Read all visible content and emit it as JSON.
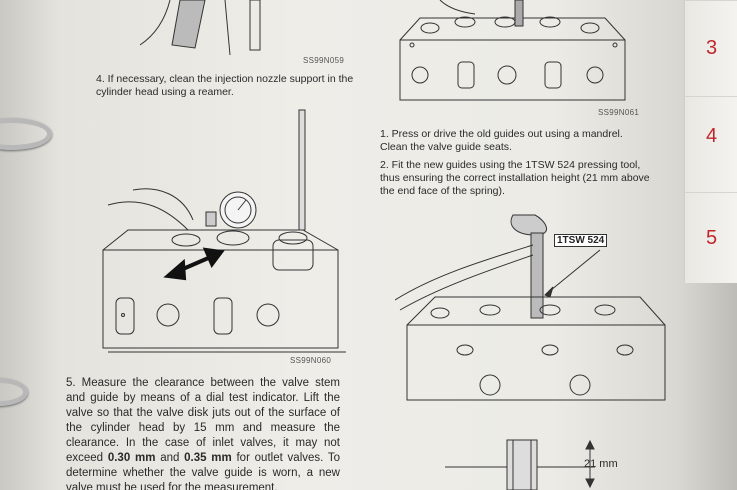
{
  "top_left": {
    "figure_code": "SS99N059",
    "step4": "4. If necessary, clean the injection nozzle support in the cylinder head using a reamer."
  },
  "top_right": {
    "figure_code": "SS99N061"
  },
  "right_steps": {
    "step1": "1. Press or drive the old guides out using a mandrel. Clean the valve guide seats.",
    "step2": "2. Fit the new guides using the 1TSW 524 pressing tool, thus ensuring the correct installation height (21 mm above the end face of the spring).",
    "tool_label": "1TSW 524",
    "dimension": "21 mm"
  },
  "left_figure": {
    "figure_code": "SS99N060"
  },
  "step5": {
    "p1": "5. Measure the clearance between the valve stem and guide by means of a dial test indicator. Lift the valve so that the valve disk juts out of the surface of the cylinder head by 15 mm and measure the clearance. In the case of inlet valves, it may not exceed ",
    "b1": "0.30 mm",
    "p2": " and ",
    "b2": "0.35 mm",
    "p3": " for outlet valves. To determine whether the valve guide is worn, a new valve must be used for the measurement."
  },
  "tabs": [
    "3",
    "4",
    "5"
  ]
}
